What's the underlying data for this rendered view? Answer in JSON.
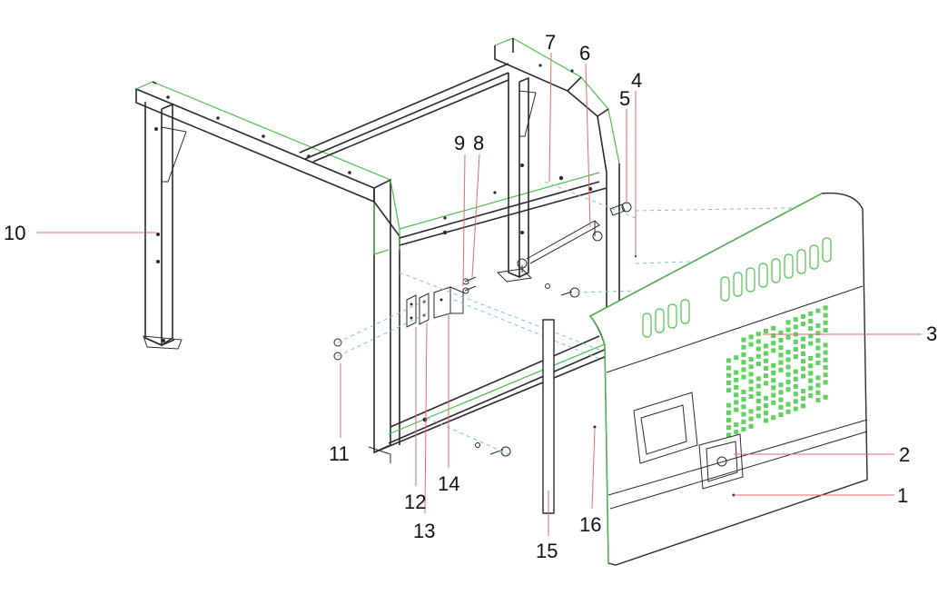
{
  "diagram": {
    "type": "exploded-parts-drawing",
    "line_color": "#2a2a2a",
    "highlight_color": "#4cbf4c",
    "leader_color": "#e06a6a",
    "hidden_line_color": "#7fbfdf",
    "callouts": [
      "1",
      "2",
      "3",
      "4",
      "5",
      "6",
      "7",
      "8",
      "9",
      "10",
      "11",
      "12",
      "13",
      "14",
      "15",
      "16"
    ]
  }
}
